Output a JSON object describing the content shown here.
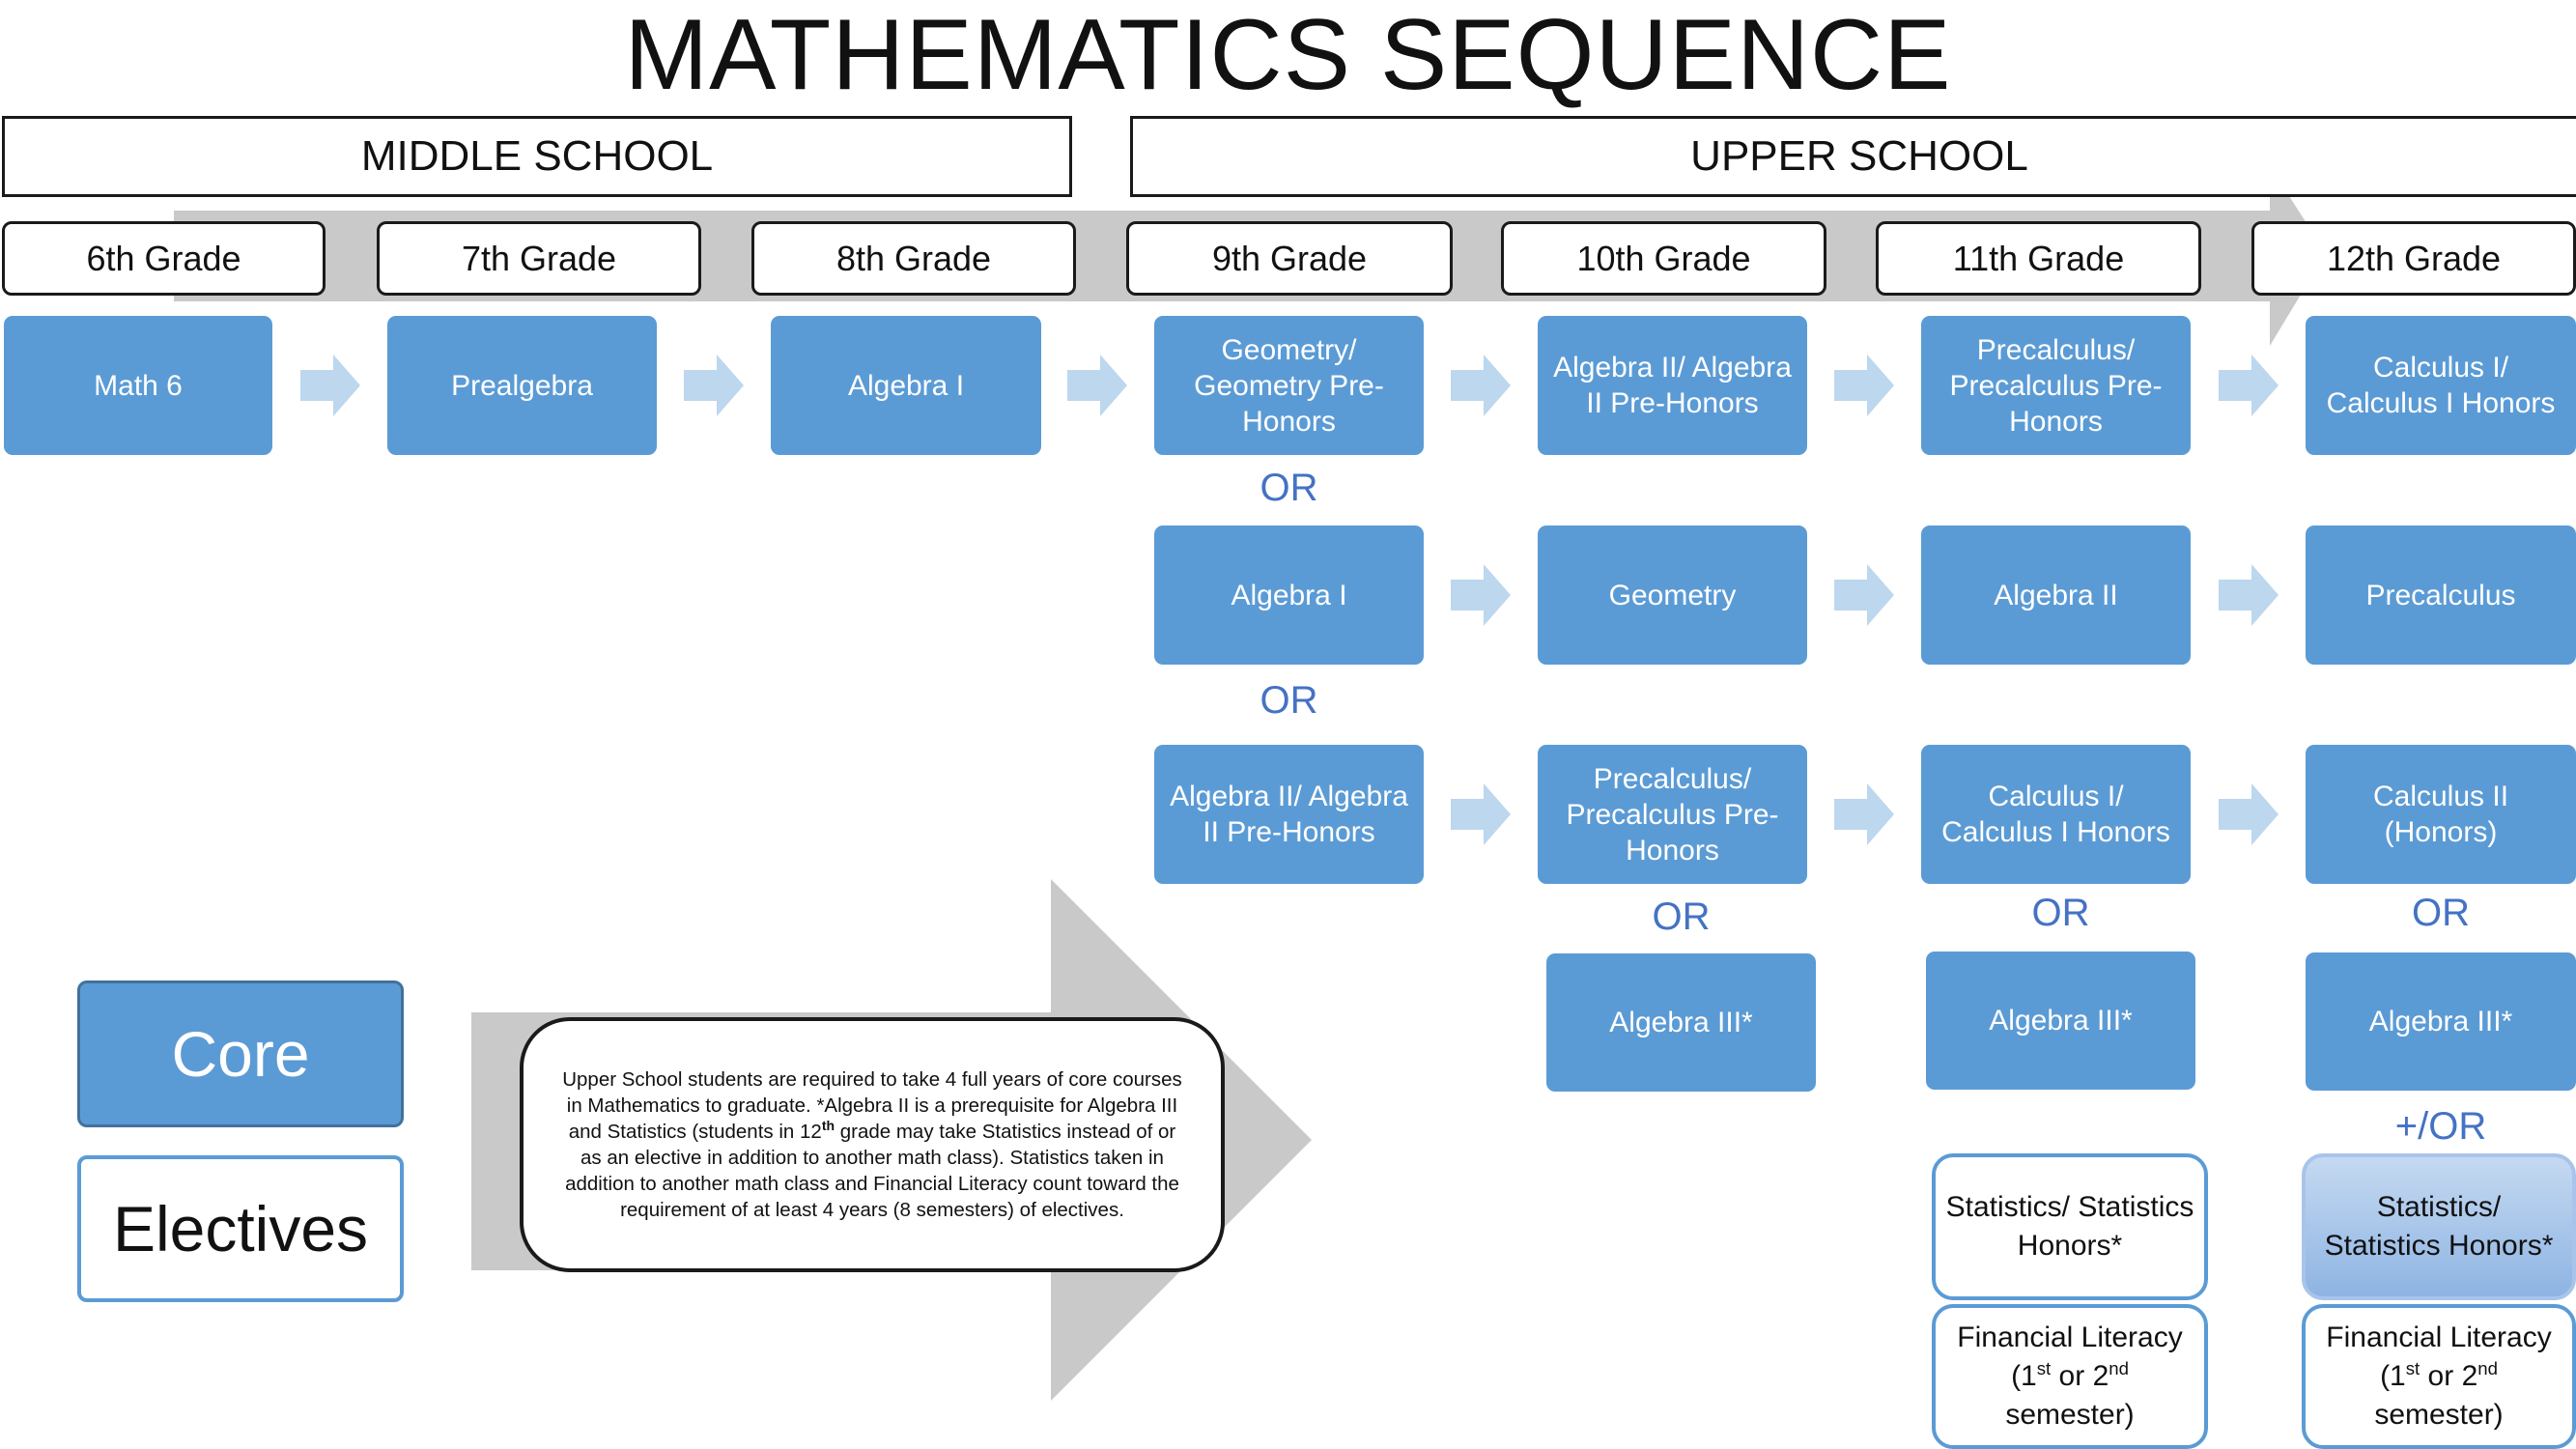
{
  "title": "MATHEMATICS SEQUENCE",
  "sections": {
    "middle_school": "MIDDLE SCHOOL",
    "upper_school": "UPPER SCHOOL"
  },
  "grades": [
    "6th Grade",
    "7th Grade",
    "8th Grade",
    "9th Grade",
    "10th Grade",
    "11th Grade",
    "12th Grade"
  ],
  "middle_school_track": [
    "Math 6",
    "Prealgebra",
    "Algebra I"
  ],
  "upper_school_tracks": [
    [
      "Geometry/ Geometry Pre-Honors",
      "Algebra II/ Algebra II Pre-Honors",
      "Precalculus/ Precalculus Pre-Honors",
      "Calculus I/ Calculus I Honors"
    ],
    [
      "Algebra I",
      "Geometry",
      "Algebra II",
      "Precalculus"
    ],
    [
      "Algebra II/ Algebra II Pre-Honors",
      "Precalculus/ Precalculus Pre-Honors",
      "Calculus I/ Calculus I Honors",
      "Calculus II (Honors)"
    ]
  ],
  "alternatives": {
    "grade10": "Algebra III*",
    "grade11": "Algebra III*",
    "grade12": "Algebra III*"
  },
  "connectors": {
    "or": "OR",
    "and_or": "+/OR"
  },
  "electives": {
    "statistics": "Statistics/ Statistics Honors*",
    "financial_literacy_prefix": "Financial Literacy (1",
    "financial_literacy_sup1": "st",
    "financial_literacy_mid": " or 2",
    "financial_literacy_sup2": "nd",
    "financial_literacy_suffix": " semester)"
  },
  "legend": {
    "core": "Core",
    "electives": "Electives"
  },
  "note": {
    "part1": "Upper School students are required to take 4 full years of core courses in Mathematics to graduate. *Algebra II is a prerequisite for Algebra III and Statistics (students in 12",
    "sup": "th",
    "part2": " grade may take Statistics instead of or as an elective in addition to another math class). Statistics taken in addition to another math class and Financial Literacy count toward the requirement of at least 4 years (8 semesters) of electives."
  },
  "colors": {
    "core_fill": "#5b9bd5",
    "flow_arrow": "#bdd7ee",
    "big_arrow": "#c9c9c9",
    "or_text": "#4472c4"
  }
}
